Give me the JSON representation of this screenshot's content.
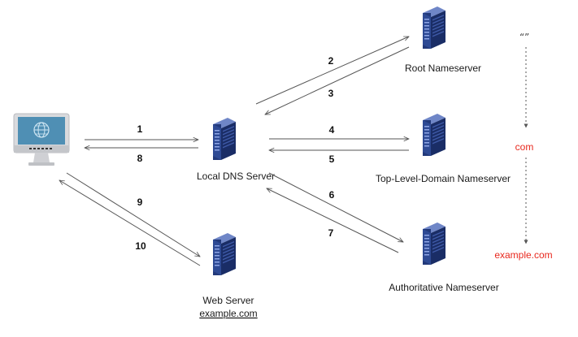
{
  "nodes": {
    "client": {},
    "local_dns": {
      "label": "Local DNS Server"
    },
    "root": {
      "label": "Root Nameserver"
    },
    "tld": {
      "label": "Top-Level-Domain Nameserver"
    },
    "authoritative": {
      "label": "Authoritative Nameserver"
    },
    "web": {
      "label": "Web Server",
      "sublabel": "example.com"
    }
  },
  "steps": [
    "1",
    "2",
    "3",
    "4",
    "5",
    "6",
    "7",
    "8",
    "9",
    "10"
  ],
  "hierarchy": {
    "root": "“”",
    "tld": "com",
    "domain": "example.com"
  },
  "colors": {
    "server_body": "#22397a",
    "server_light": "#6f86c7",
    "domain_text": "#e8281e",
    "arrow": "#555555"
  },
  "icons": {
    "client": "computer-icon",
    "server": "server-icon"
  }
}
